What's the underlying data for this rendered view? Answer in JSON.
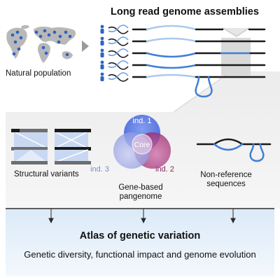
{
  "top": {
    "title": "Long read genome assemblies",
    "population_label": "Natural population"
  },
  "panels": {
    "structural_variants": "Structural variants",
    "pangenome": {
      "label": "Gene-based pangenome",
      "venn": {
        "ind1": "ind. 1",
        "ind2": "ind. 2",
        "ind3": "ind. 3",
        "core": "Core"
      }
    },
    "non_reference": "Non-reference sequences"
  },
  "atlas": {
    "title": "Atlas of genetic variation",
    "subtitle": "Genetic diversity, functional impact and genome evolution"
  },
  "colors": {
    "blue_person": "#2a63c2",
    "dark_line": "#1a1a1a",
    "light_blue": "#a9c9ef",
    "mid_blue": "#3f7fd8",
    "grey_panel": "#e4e4e4",
    "ind1": "#3a63e0",
    "ind2": "#a8387b",
    "ind3": "#9aa3dd"
  }
}
